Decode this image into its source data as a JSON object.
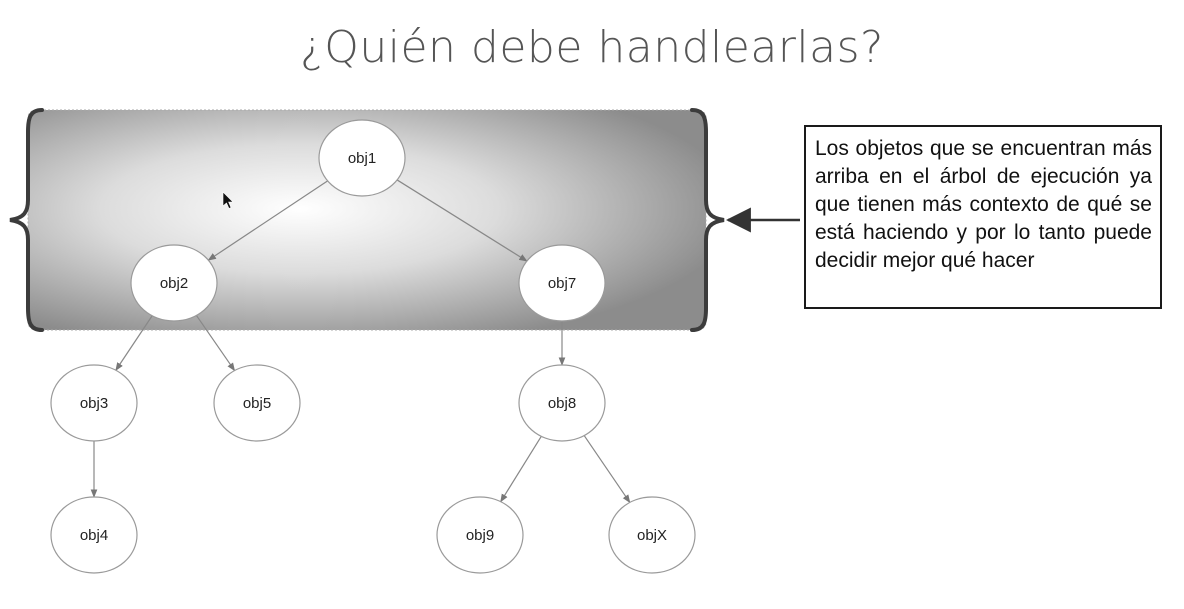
{
  "slide": {
    "title": "¿Quién debe handlearlas?"
  },
  "tree": {
    "nodes": [
      {
        "id": "obj1",
        "label": "obj1"
      },
      {
        "id": "obj2",
        "label": "obj2"
      },
      {
        "id": "obj7",
        "label": "obj7"
      },
      {
        "id": "obj3",
        "label": "obj3"
      },
      {
        "id": "obj5",
        "label": "obj5"
      },
      {
        "id": "obj8",
        "label": "obj8"
      },
      {
        "id": "obj4",
        "label": "obj4"
      },
      {
        "id": "obj9",
        "label": "obj9"
      },
      {
        "id": "objX",
        "label": "objX"
      }
    ],
    "edges": [
      [
        "obj1",
        "obj2"
      ],
      [
        "obj1",
        "obj7"
      ],
      [
        "obj2",
        "obj3"
      ],
      [
        "obj2",
        "obj5"
      ],
      [
        "obj7",
        "obj8"
      ],
      [
        "obj3",
        "obj4"
      ],
      [
        "obj8",
        "obj9"
      ],
      [
        "obj8",
        "objX"
      ]
    ],
    "highlighted": [
      "obj1",
      "obj2",
      "obj7"
    ]
  },
  "callout": {
    "text": "Los objetos que se encuentran más arriba en el árbol de ejecución ya que tienen más contexto de qué se está haciendo y por lo tanto puede decidir mejor qué hacer"
  }
}
